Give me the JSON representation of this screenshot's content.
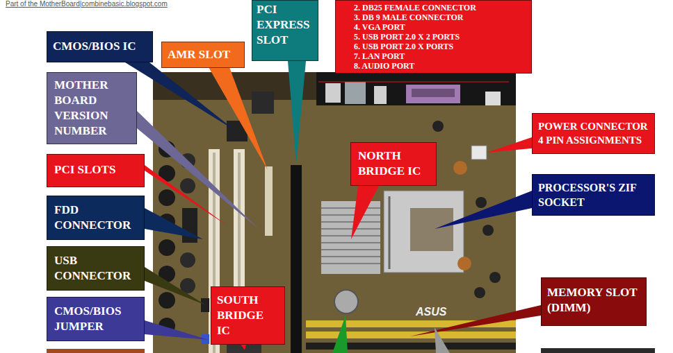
{
  "diagram": {
    "nodes": [
      {
        "text": [
          "PCI EXPRESS SLOT"
        ]
      },
      {
        "text": [
          "2. DB25 FEMALE CONNECTOR",
          "3. DB 9 MALE CONNECTOR",
          "4. VGA PORT",
          "5. USB PORT 2.0 X 2 PORTS",
          "6. USB PORT 2.0 X PORTS",
          "7. LAN PORT",
          "8. AUDIO PORT"
        ]
      },
      {
        "text": [
          "CMOS/BIOS IC"
        ]
      },
      {
        "text": [
          "AMR SLOT"
        ]
      },
      {
        "text": [
          "MOTHER BOARD VERSION NUMBER"
        ]
      },
      {
        "text": [
          "POWER CONNECTOR 4 PIN ASSIGNMENTS"
        ]
      },
      {
        "text": [
          "NORTH BRIDGE IC"
        ]
      },
      {
        "text": [
          "PCI SLOTS"
        ]
      },
      {
        "text": [
          "PROCESSOR'S ZIF SOCKET"
        ]
      },
      {
        "text": [
          "FDD CONNECTOR"
        ]
      },
      {
        "text": [
          "USB CONNECTOR"
        ]
      },
      {
        "text": [
          "MEMORY SLOT (DIMM)"
        ]
      },
      {
        "text": [
          "SOUTH BRIDGE IC"
        ]
      },
      {
        "text": [
          "CMOS/BIOS JUMPER"
        ]
      }
    ],
    "labels": [
      "Part of the MotherBoard|combinebasic.blogspot.com",
      "ASUS"
    ]
  }
}
